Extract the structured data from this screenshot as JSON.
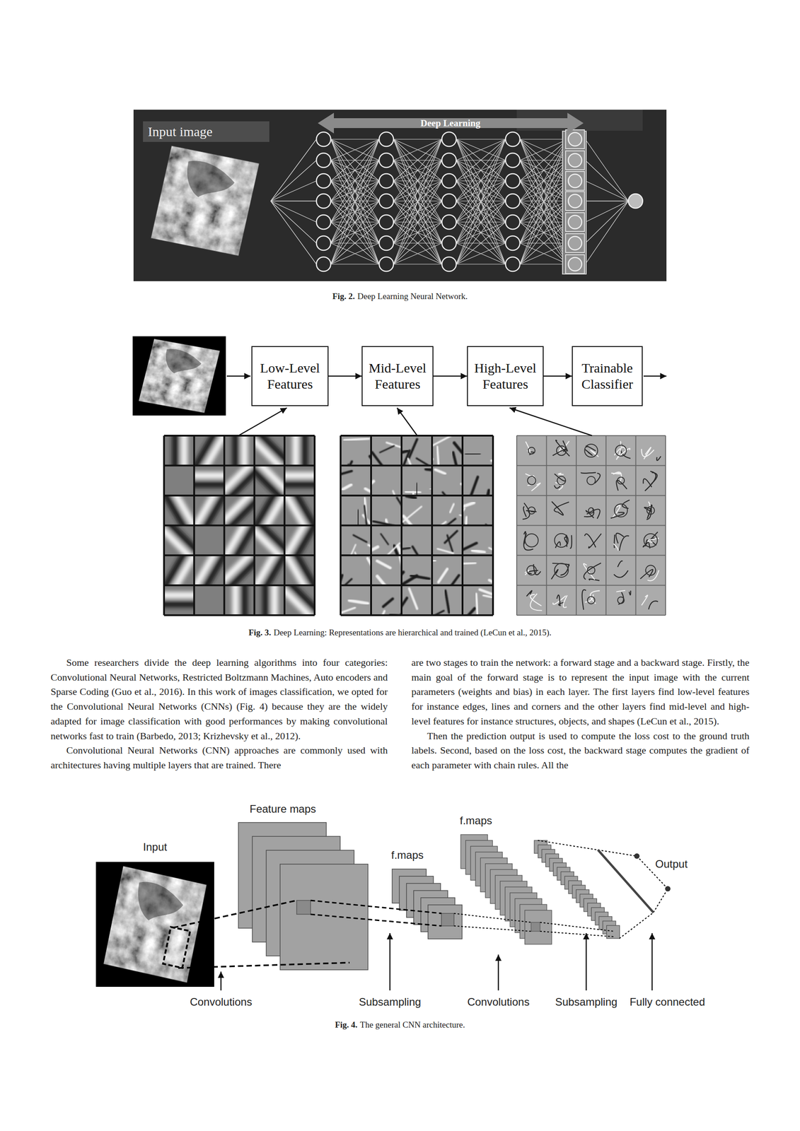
{
  "diagram": {
    "nodes": [
      {
        "text": [
          "Low-Level Features"
        ]
      },
      {
        "text": [
          "Mid-Level Features"
        ]
      },
      {
        "text": [
          "High-Level Features"
        ]
      },
      {
        "text": [
          "Trainable Classifier"
        ]
      }
    ],
    "edges": [
      {
        "from": 0,
        "to": 1,
        "arrow": "to"
      },
      {
        "from": 1,
        "to": 2,
        "arrow": "to"
      },
      {
        "from": 2,
        "to": 3,
        "arrow": "to"
      }
    ],
    "labels": [
      "Input image",
      "Deep Learning",
      "Fig. 2.",
      "Deep Learning Neural Network.",
      "Fig. 3.",
      "Deep Learning: Representations are hierarchical and trained (LeCun et al., 2015).",
      "Some researchers divide the deep learning algorithms into four categories: Convolutional Neural Networks, Restricted Boltzmann Machines, Auto encoders and Sparse Coding (Guo et al., 2016). In this work of images classification, we opted for the Convolutional Neural Networks (CNNs) (Fig. 4) because they are the widely adapted for image classification with good performances by making convolutional networks fast to train (Barbedo, 2013; Krizhevsky et al., 2012).",
      "Convolutional Neural Networks (CNN) approaches are commonly used with architectures having multiple layers that are trained. There",
      "are two stages to train the network: a forward stage and a backward stage. Firstly, the main goal of the forward stage is to represent the input image with the current parameters (weights and bias) in each layer. The first layers find low-level features for instance edges, lines and corners and the other layers find mid-level and high-level features for instance structures, objects, and shapes (LeCun et al., 2015).",
      "Then the prediction output is used to compute the loss cost to the ground truth labels. Second, based on the loss cost, the backward stage computes the gradient of each parameter with chain rules. All the",
      "Feature maps",
      "Input",
      "f.maps",
      "f.maps",
      "Output",
      "Convolutions",
      "Subsampling",
      "Convolutions",
      "Subsampling",
      "Fully connected",
      "Fig. 4.",
      "The general CNN architecture."
    ]
  }
}
